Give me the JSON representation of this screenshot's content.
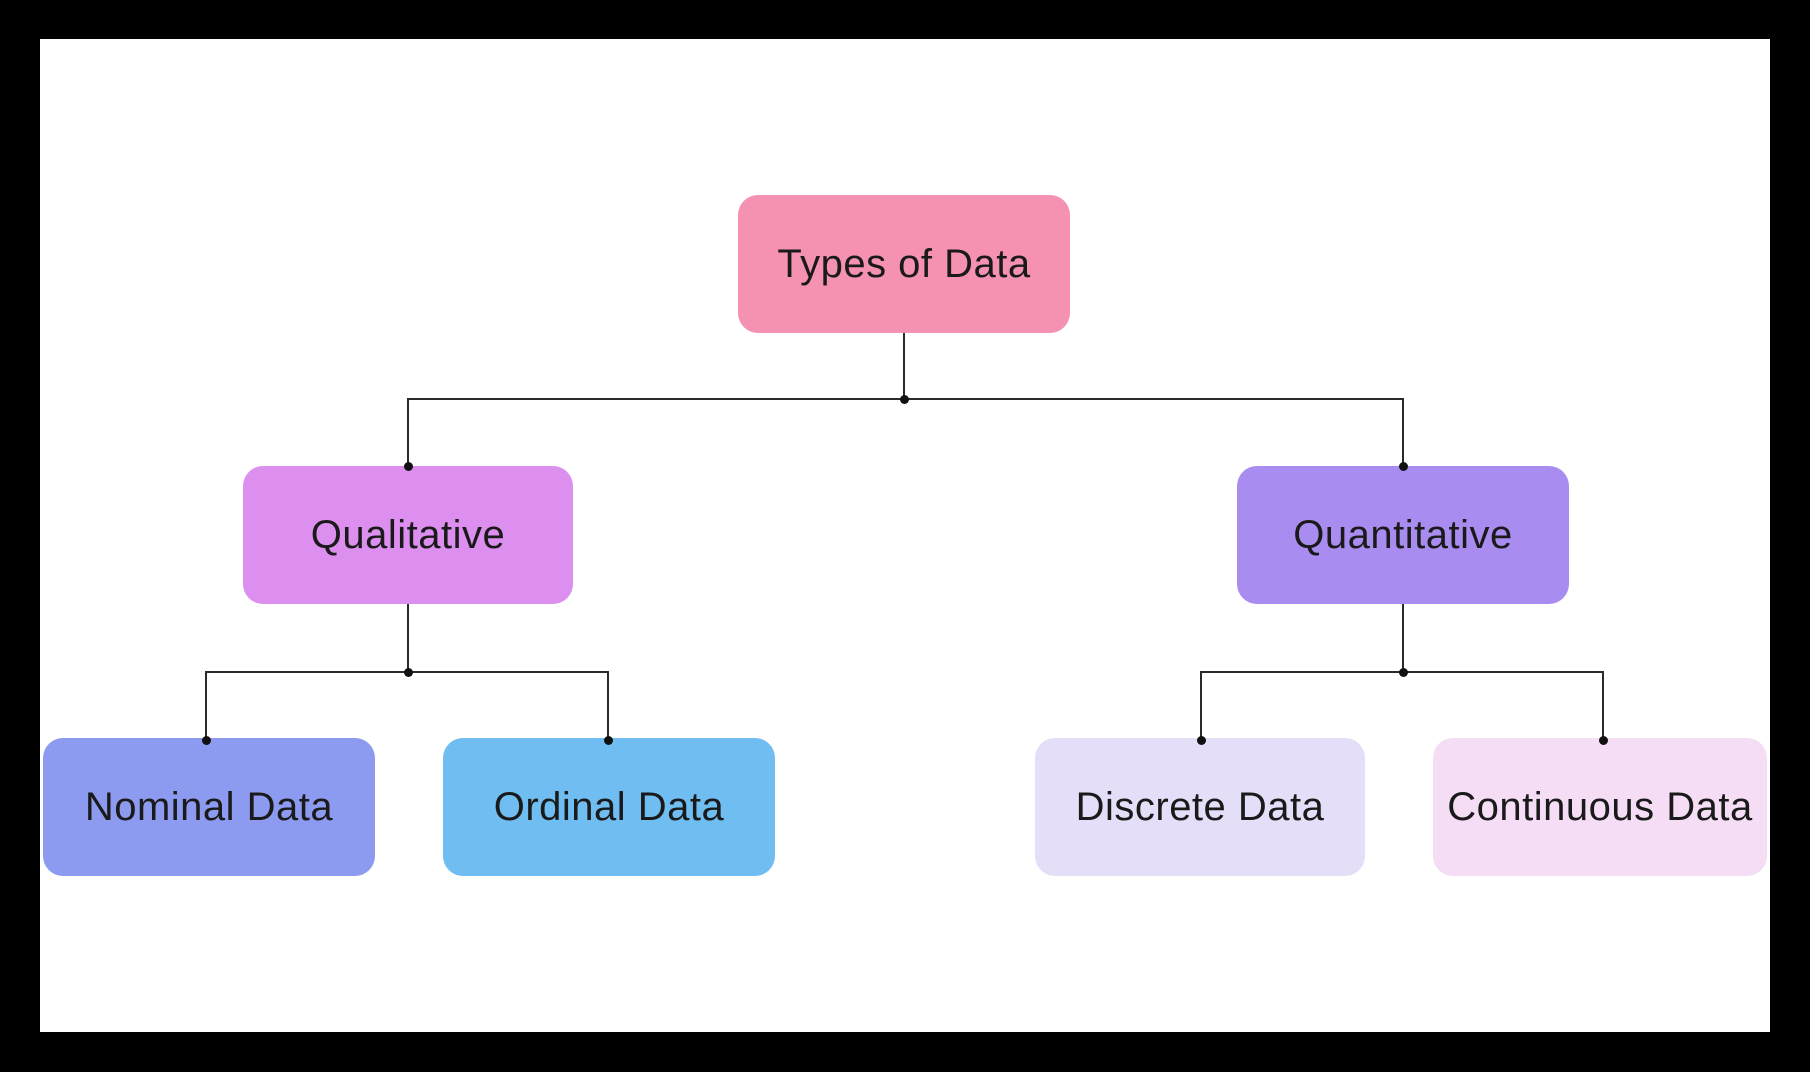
{
  "diagram": {
    "title": "Types of Data",
    "nodes": {
      "root": {
        "label": "Types of Data",
        "color": "#F591B1"
      },
      "qualitative": {
        "label": "Qualitative",
        "color": "#DD8FEF"
      },
      "quantitative": {
        "label": "Quantitative",
        "color": "#A98CEF"
      },
      "nominal": {
        "label": "Nominal Data",
        "color": "#8C9BF0"
      },
      "ordinal": {
        "label": "Ordinal Data",
        "color": "#6FBDF1"
      },
      "discrete": {
        "label": "Discrete Data",
        "color": "#E4DEF8"
      },
      "continuous": {
        "label": "Continuous Data",
        "color": "#F5DDF5"
      }
    },
    "edges": [
      {
        "from": "root",
        "to": "qualitative"
      },
      {
        "from": "root",
        "to": "quantitative"
      },
      {
        "from": "qualitative",
        "to": "nominal"
      },
      {
        "from": "qualitative",
        "to": "ordinal"
      },
      {
        "from": "quantitative",
        "to": "discrete"
      },
      {
        "from": "quantitative",
        "to": "continuous"
      }
    ],
    "style": {
      "line_color": "#2b2b2b",
      "text_color": "#1a1a1a",
      "canvas_color": "#ffffff",
      "background_color": "#000000"
    }
  }
}
